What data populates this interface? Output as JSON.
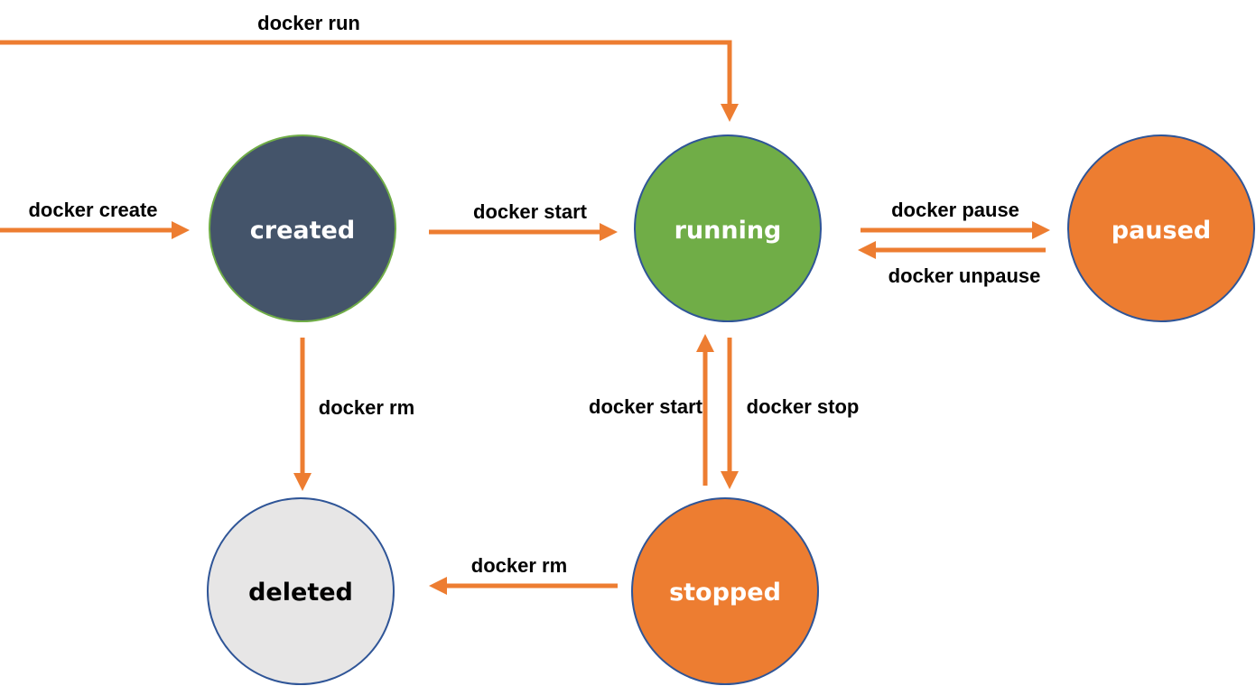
{
  "colors": {
    "arrow": "#ED7D31",
    "created_fill": "#44546A",
    "created_stroke": "#70AD47",
    "running_fill": "#70AD47",
    "running_stroke": "#2F5597",
    "paused_fill": "#ED7D31",
    "paused_stroke": "#2F5597",
    "stopped_fill": "#ED7D31",
    "stopped_stroke": "#2F5597",
    "deleted_fill": "#E7E6E6",
    "deleted_stroke": "#2F5597"
  },
  "states": {
    "created": "created",
    "running": "running",
    "paused": "paused",
    "stopped": "stopped",
    "deleted": "deleted"
  },
  "transitions": {
    "run": "docker run",
    "create": "docker create",
    "start_from_created": "docker start",
    "pause": "docker pause",
    "unpause": "docker unpause",
    "rm_from_created": "docker rm",
    "start_from_stopped": "docker start",
    "stop": "docker stop",
    "rm_from_stopped": "docker rm"
  }
}
